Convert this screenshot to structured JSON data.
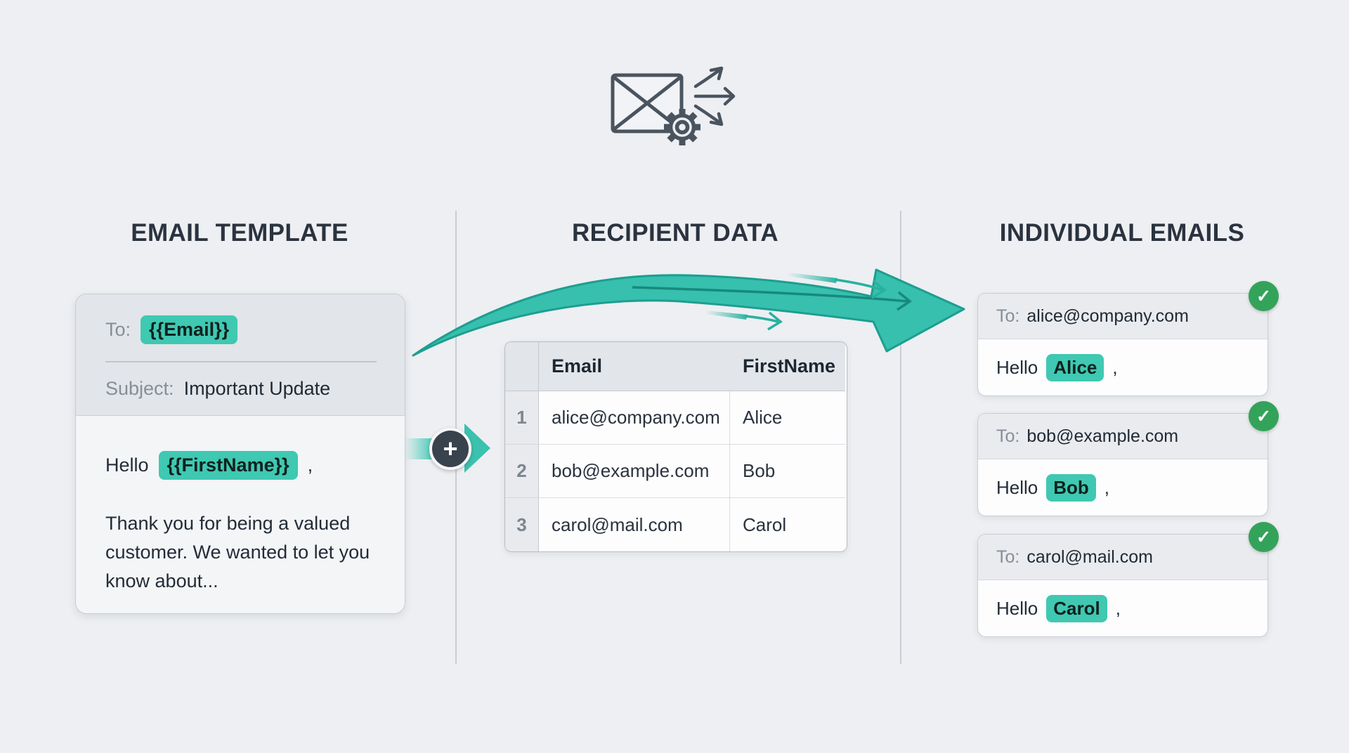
{
  "icons": {
    "plus": "+",
    "check": "✓"
  },
  "colors": {
    "background": "#edeff2",
    "accent_teal": "#3fc8b2",
    "arrow_teal": "#36c0ad",
    "success_green": "#34a35a",
    "dark_navy": "#2a333f"
  },
  "sections": {
    "template": {
      "title": "EMAIL TEMPLATE",
      "card": {
        "to_label": "To:",
        "to_variable": "{{Email}}",
        "subject_label": "Subject:",
        "subject_value": "Important Update",
        "greeting_prefix": "Hello",
        "greeting_variable": "{{FirstName}}",
        "greeting_suffix": ",",
        "body_text": "Thank you for being a valued customer. We wanted to let you know about..."
      }
    },
    "recipients": {
      "title": "RECIPIENT DATA",
      "table": {
        "headers": [
          "Email",
          "FirstName"
        ],
        "rows": [
          {
            "num": "1",
            "email": "alice@company.com",
            "first_name": "Alice"
          },
          {
            "num": "2",
            "email": "bob@example.com",
            "first_name": "Bob"
          },
          {
            "num": "3",
            "email": "carol@mail.com",
            "first_name": "Carol"
          }
        ]
      }
    },
    "emails": {
      "title": "INDIVIDUAL EMAILS",
      "cards": [
        {
          "to_label": "To:",
          "to_value": "alice@company.com",
          "greeting_prefix": "Hello",
          "name": "Alice",
          "suffix": ","
        },
        {
          "to_label": "To:",
          "to_value": "bob@example.com",
          "greeting_prefix": "Hello",
          "name": "Bob",
          "suffix": ","
        },
        {
          "to_label": "To:",
          "to_value": "carol@mail.com",
          "greeting_prefix": "Hello",
          "name": "Carol",
          "suffix": ","
        }
      ]
    }
  }
}
